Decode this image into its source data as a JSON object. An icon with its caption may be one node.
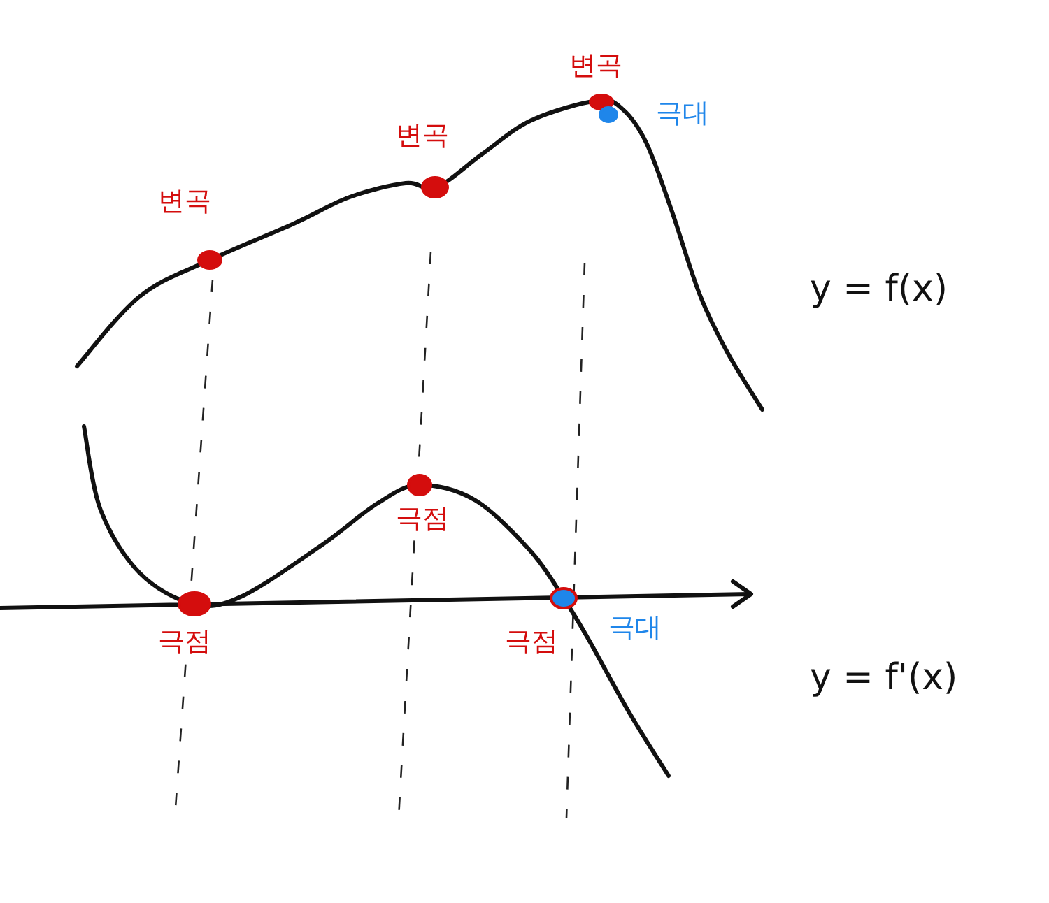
{
  "diagram": {
    "labels": [
      "변곡",
      "극대",
      "변곡",
      "변곡",
      "y = f(x)",
      "극점",
      "극대",
      "극점",
      "극점",
      "y = f'(x)"
    ]
  }
}
